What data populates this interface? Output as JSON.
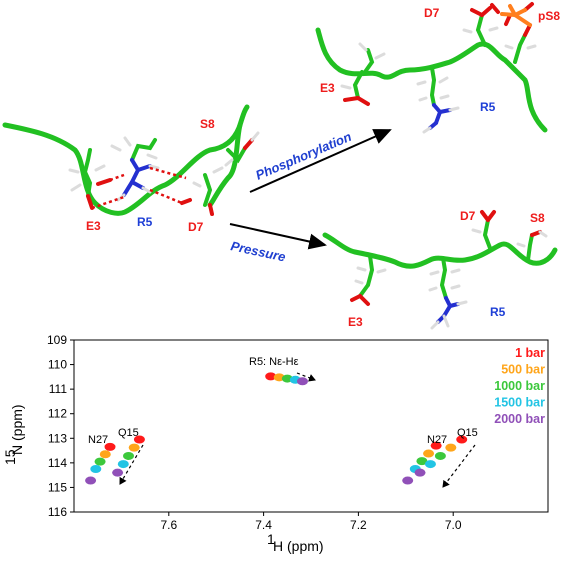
{
  "structures": {
    "top_left": {
      "labels": [
        {
          "key": "S8",
          "text": "S8",
          "color": "red"
        },
        {
          "key": "E3",
          "text": "E3",
          "color": "red"
        },
        {
          "key": "R5",
          "text": "R5",
          "color": "blue"
        },
        {
          "key": "D7",
          "text": "D7",
          "color": "red"
        }
      ]
    },
    "top_right": {
      "labels": [
        {
          "key": "D7",
          "text": "D7",
          "color": "red"
        },
        {
          "key": "pS8",
          "text": "pS8",
          "color": "red"
        },
        {
          "key": "E3",
          "text": "E3",
          "color": "red"
        },
        {
          "key": "R5",
          "text": "R5",
          "color": "blue"
        }
      ]
    },
    "bottom_right": {
      "labels": [
        {
          "key": "D7",
          "text": "D7",
          "color": "red"
        },
        {
          "key": "S8",
          "text": "S8",
          "color": "red"
        },
        {
          "key": "E3",
          "text": "E3",
          "color": "red"
        },
        {
          "key": "R5",
          "text": "R5",
          "color": "blue"
        }
      ]
    }
  },
  "arrows": {
    "phosphorylation": "Phosphorylation",
    "pressure": "Pressure"
  },
  "colors": {
    "backbone": "#22c022",
    "oxygen": "#e01010",
    "nitrogen": "#2430d0",
    "hydrogen": "#d8d8d8",
    "phosphorus": "#ff7f1e",
    "hbond": "#e01010"
  },
  "chart_data": {
    "type": "scatter",
    "xlabel": "1H (ppm)",
    "ylabel": "15N (ppm)",
    "x_reversed": true,
    "xlim": [
      7.8,
      6.8
    ],
    "ylim": [
      116,
      109
    ],
    "x_ticks": [
      "7.6",
      "7.4",
      "7.2",
      "7.0"
    ],
    "y_ticks": [
      "109",
      "110",
      "111",
      "112",
      "113",
      "114",
      "115",
      "116"
    ],
    "series": [
      {
        "name": "1 bar",
        "color": "#ff1a1a",
        "points": [
          [
            7.724,
            113.35
          ],
          [
            7.662,
            113.05
          ],
          [
            7.385,
            110.48
          ],
          [
            7.036,
            113.3
          ],
          [
            6.982,
            113.05
          ]
        ]
      },
      {
        "name": "500 bar",
        "color": "#ffa51a",
        "points": [
          [
            7.734,
            113.65
          ],
          [
            7.673,
            113.38
          ],
          [
            7.367,
            110.52
          ],
          [
            7.052,
            113.62
          ],
          [
            7.005,
            113.38
          ]
        ]
      },
      {
        "name": "1000 bar",
        "color": "#3cc83c",
        "points": [
          [
            7.745,
            113.95
          ],
          [
            7.685,
            113.72
          ],
          [
            7.35,
            110.57
          ],
          [
            7.066,
            113.93
          ],
          [
            7.027,
            113.72
          ]
        ]
      },
      {
        "name": "1500 bar",
        "color": "#22c4e4",
        "points": [
          [
            7.754,
            114.25
          ],
          [
            7.696,
            114.05
          ],
          [
            7.333,
            110.62
          ],
          [
            7.08,
            114.25
          ],
          [
            7.048,
            114.05
          ]
        ]
      },
      {
        "name": "2000 bar",
        "color": "#9050b8",
        "points": [
          [
            7.765,
            114.72
          ],
          [
            7.708,
            114.4
          ],
          [
            7.318,
            110.68
          ],
          [
            7.096,
            114.72
          ],
          [
            7.07,
            114.4
          ]
        ]
      }
    ],
    "annotations": [
      {
        "key": "r5",
        "text": "R5: Nε-Hε"
      },
      {
        "key": "n27_left",
        "text": "N27"
      },
      {
        "key": "q15_left",
        "text": "Q15"
      },
      {
        "key": "n27_right",
        "text": "N27"
      },
      {
        "key": "q15_right",
        "text": "Q15"
      }
    ]
  }
}
